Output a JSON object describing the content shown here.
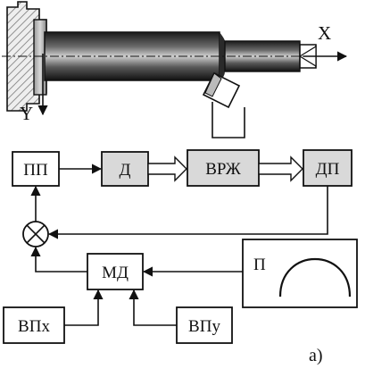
{
  "diagram": {
    "axes": {
      "x_label": "X",
      "y_label": "Y"
    },
    "blocks": {
      "pp": "ПП",
      "d": "Д",
      "vrzh": "ВРЖ",
      "dp": "ДП",
      "md": "МД",
      "vpx": "ВПх",
      "vpy": "ВПу",
      "p": "П"
    },
    "caption": "а)"
  }
}
